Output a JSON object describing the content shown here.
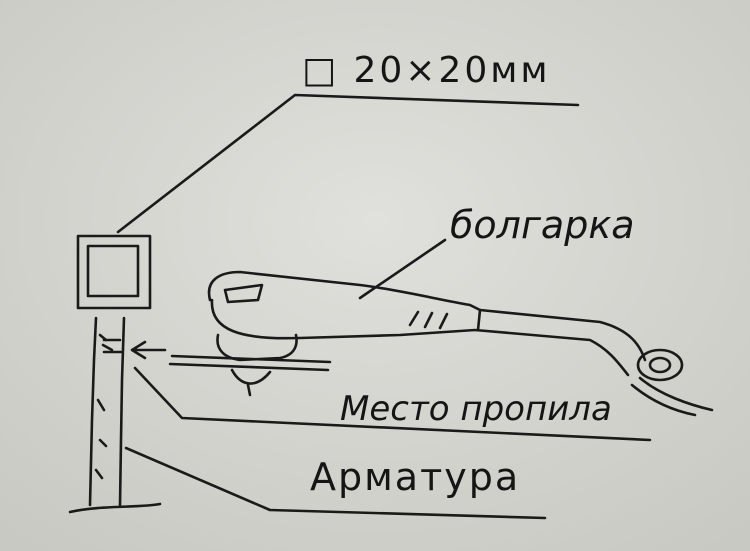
{
  "labels": {
    "profile": "□ 20×20мм",
    "grinder": "болгарка",
    "cut_place": "Место пропила",
    "rebar": "Арматура"
  },
  "colors": {
    "paper": "#d9d9d4",
    "ink": "#1a1a1a"
  }
}
